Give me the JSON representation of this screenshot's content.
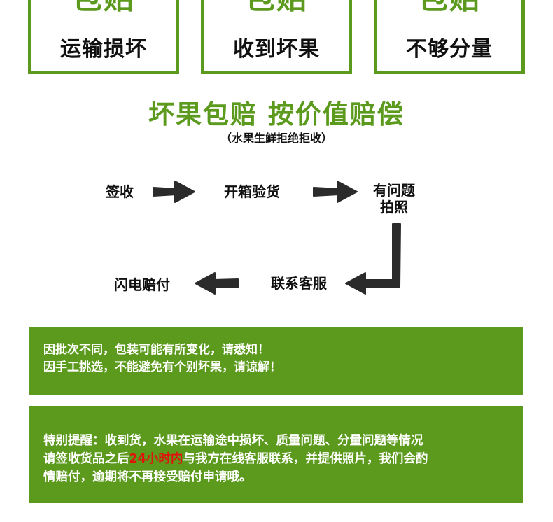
{
  "guarantee_boxes": [
    {
      "big": "包赔",
      "small": "运输损坏"
    },
    {
      "big": "包赔",
      "small": "收到坏果"
    },
    {
      "big": "包赔",
      "small": "不够分量"
    }
  ],
  "headline": "坏果包赔 按价值赔偿",
  "subline": "（水果生鲜拒绝拒收）",
  "flow": {
    "step1": "签收",
    "step2": "开箱验货",
    "step3_line1": "有问题",
    "step3_line2": "拍照",
    "step4": "联系客服",
    "step5": "闪电赔付"
  },
  "notice1": {
    "line1": "因批次不同，包装可能有所变化，请悉知！",
    "line2": "因手工挑选，不能避免有个别坏果，请谅解！"
  },
  "notice2": {
    "line1": "特别提醒：收到货，水果在运输途中损坏、质量问题、分量问题等情况",
    "line2_pre": "请签收货品之后",
    "line2_highlight": "24小时内",
    "line2_post": "与我方在线客服联系，并提供照片，我们会酌",
    "line3": "情赔付，逾期将不再接受赔付申请哦。"
  },
  "colors": {
    "brand_green": "#5b9a1d",
    "highlight_red": "#e0140c",
    "arrow_dark": "#2b2b2b"
  }
}
